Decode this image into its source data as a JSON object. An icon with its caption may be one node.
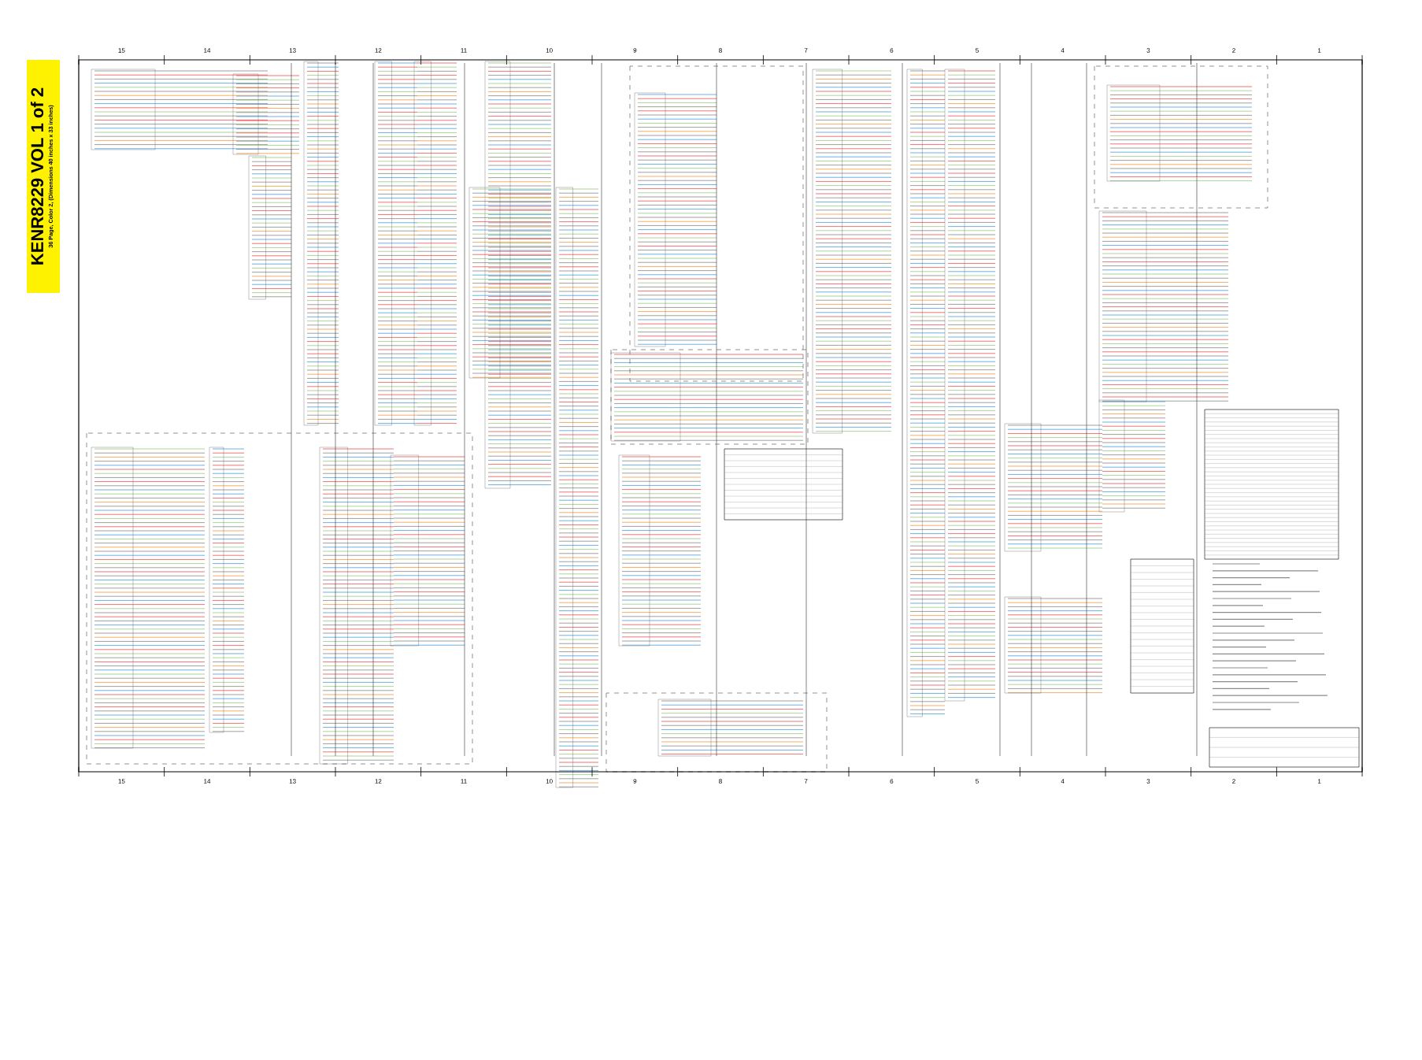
{
  "diagram": {
    "title": "KENR8229 VOL 1 of 2",
    "labels": [
      "36 Page, Color 2, (Dimensions 40 inches x 33 inches)",
      "15",
      "14",
      "13",
      "12",
      "11",
      "10",
      "9",
      "8",
      "7",
      "6",
      "5",
      "4",
      "3",
      "2",
      "1",
      "15",
      "14",
      "13",
      "12",
      "11",
      "10",
      "9",
      "8",
      "7",
      "6",
      "5",
      "4",
      "3",
      "2",
      "1"
    ]
  }
}
